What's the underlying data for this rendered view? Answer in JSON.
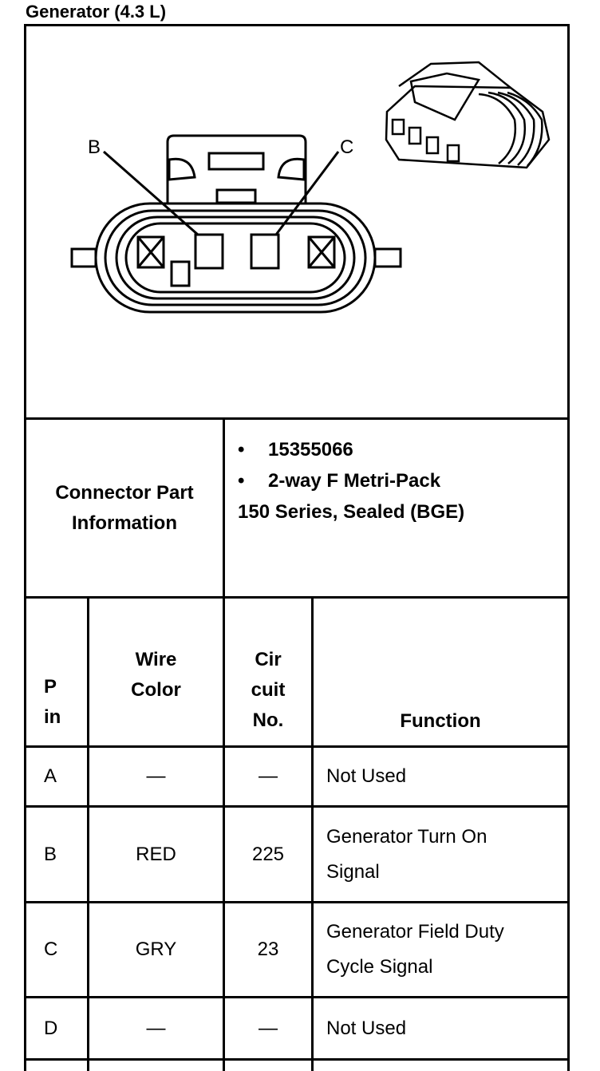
{
  "title": "Generator (4.3 L)",
  "diagram": {
    "label_b": "B",
    "label_c": "C"
  },
  "connector_info": {
    "label_line1": "Connector Part",
    "label_line2": "Information",
    "part_number": "15355066",
    "type": "2-way F Metri-Pack",
    "series": "150 Series, Sealed (BGE)",
    "bullet": "•"
  },
  "table": {
    "headers": {
      "pin_1": "P",
      "pin_2": "in",
      "wire_1": "Wire",
      "wire_2": "Color",
      "circ_1": "Cir",
      "circ_2": "cuit",
      "circ_3": "No.",
      "function": "Function"
    },
    "rows": [
      {
        "pin": "A",
        "color": "—",
        "circuit": "—",
        "function_1": "Not Used",
        "function_2": ""
      },
      {
        "pin": "B",
        "color": "RED",
        "circuit": "225",
        "function_1": "Generator Turn On",
        "function_2": "Signal"
      },
      {
        "pin": "C",
        "color": "GRY",
        "circuit": "23",
        "function_1": "Generator Field Duty",
        "function_2": "Cycle Signal"
      },
      {
        "pin": "D",
        "color": "—",
        "circuit": "—",
        "function_1": "Not Used",
        "function_2": ""
      }
    ]
  }
}
